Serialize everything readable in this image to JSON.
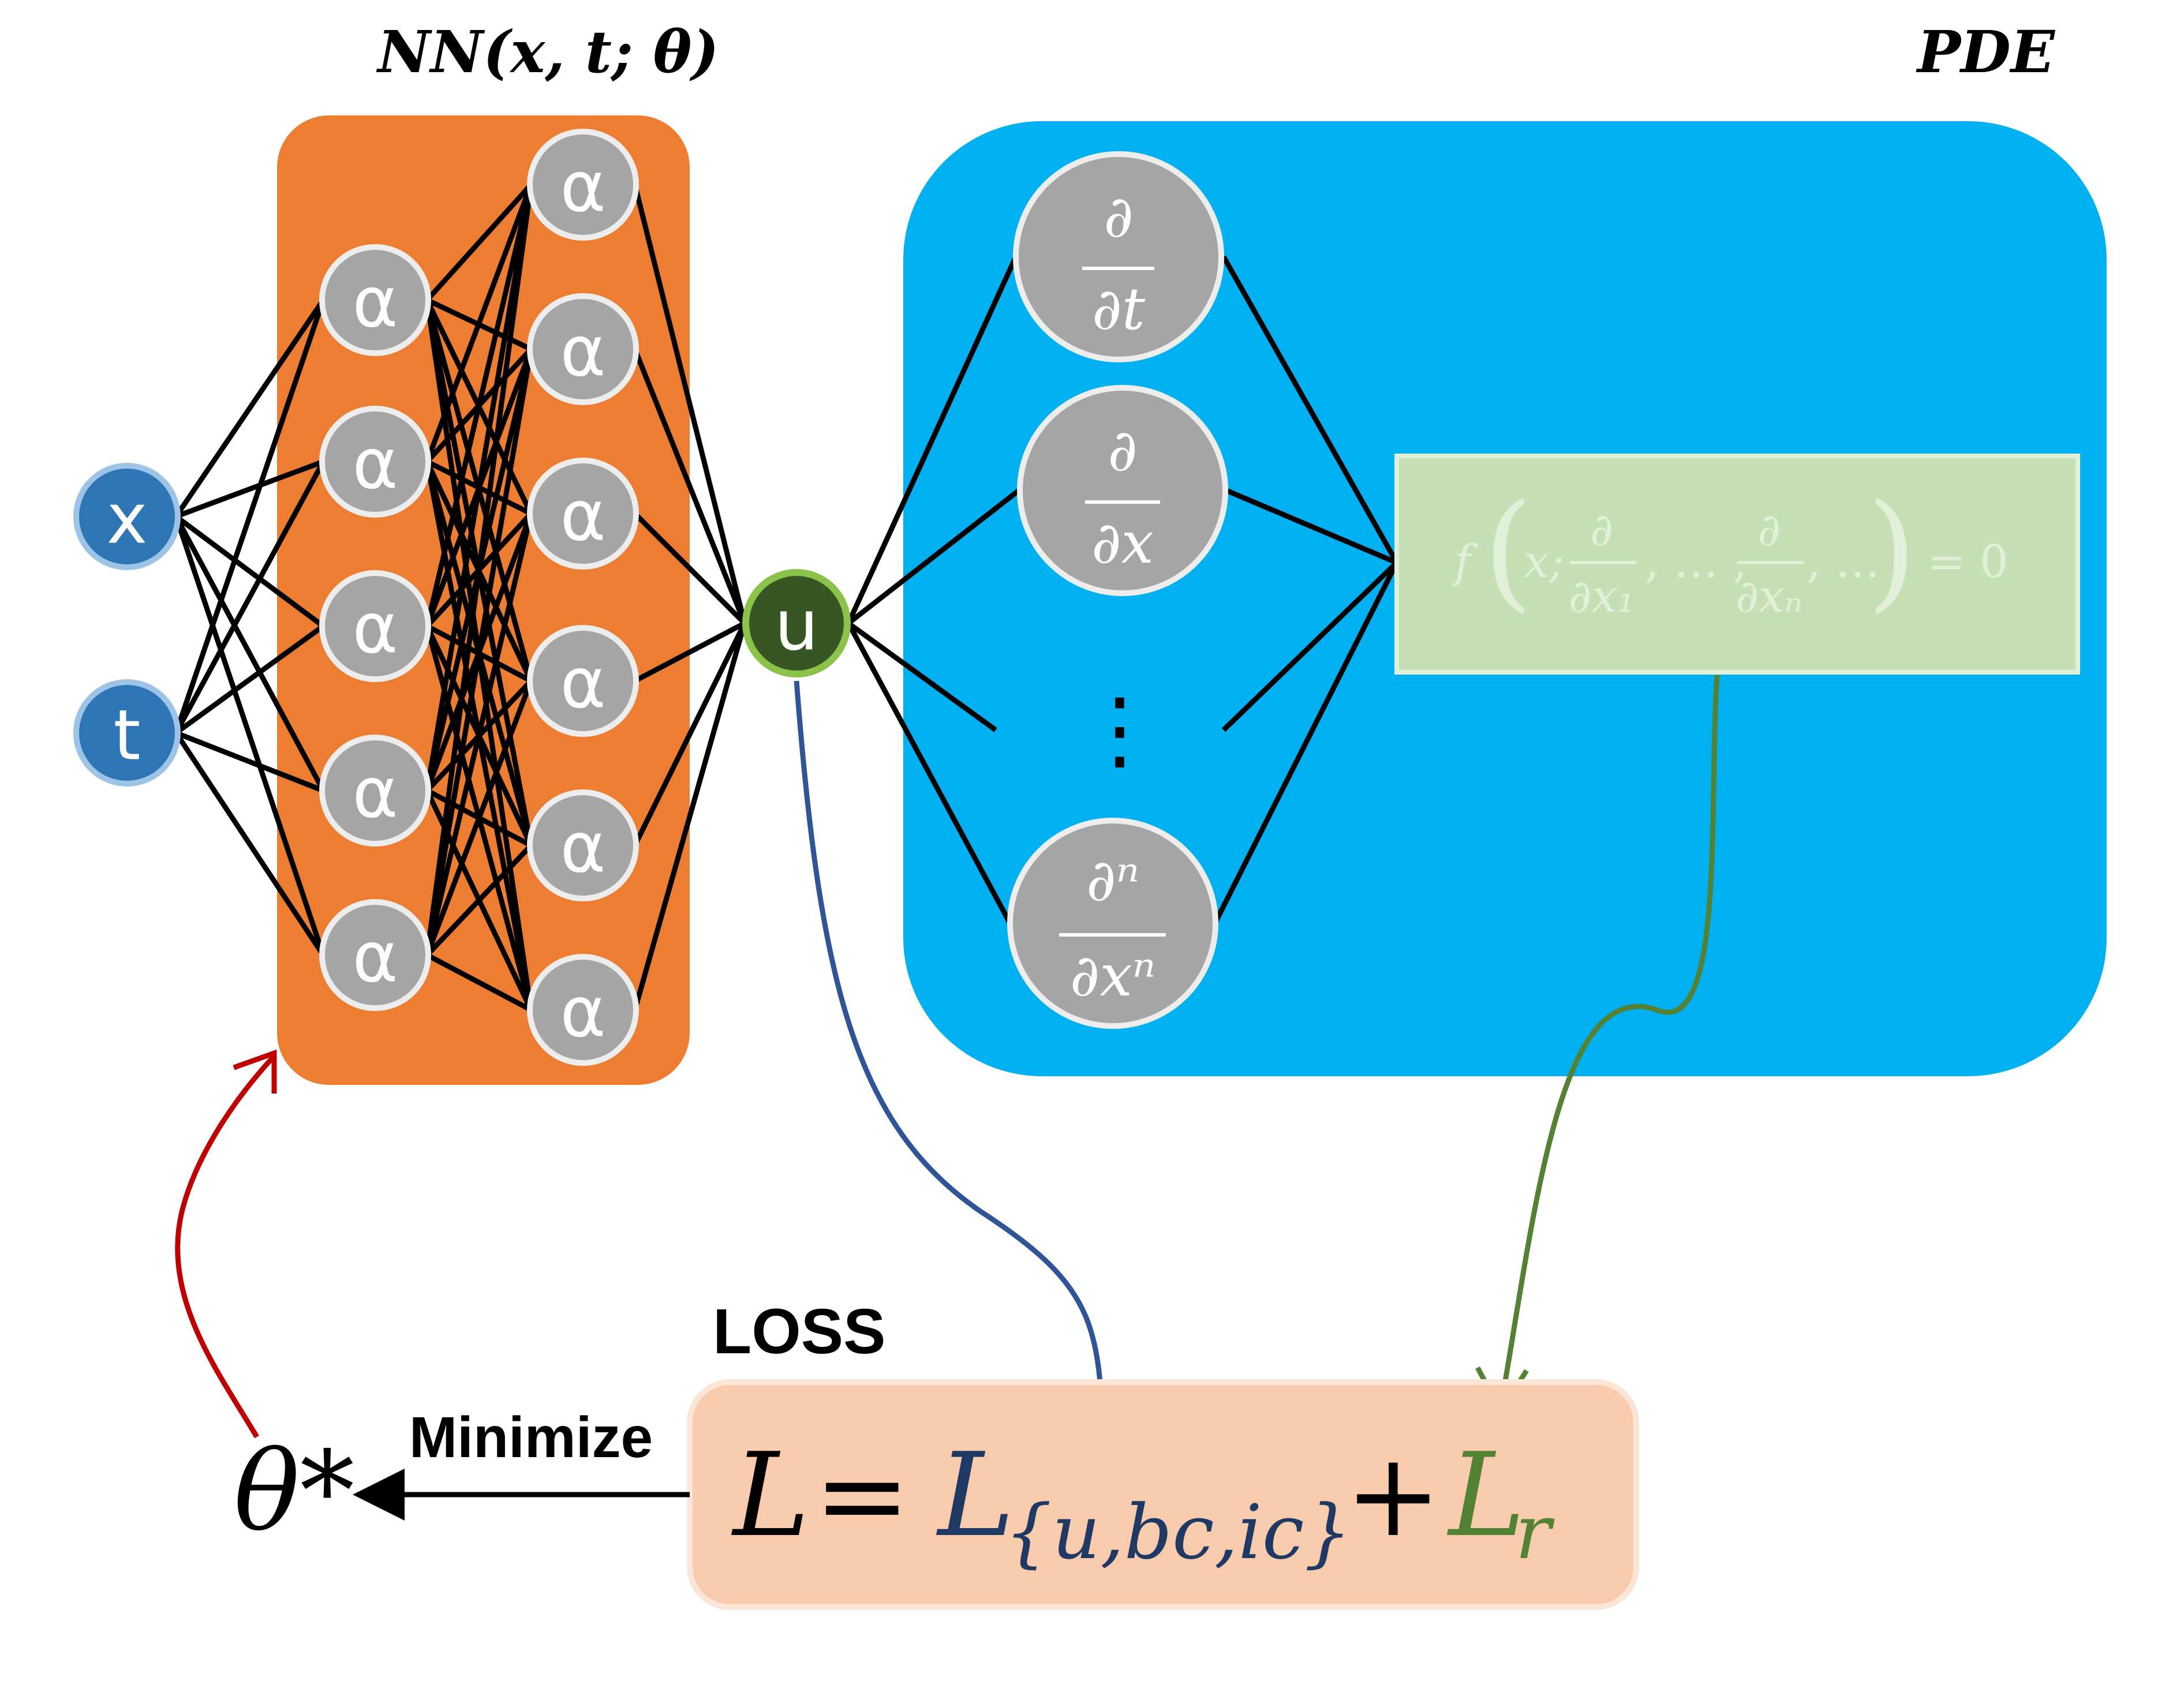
{
  "labels": {
    "nn_title": "NN(x, t; θ)",
    "pde_title": "PDE",
    "loss_title": "LOSS",
    "minimize": "Minimize",
    "theta_star": "θ*"
  },
  "inputs": [
    "x",
    "t"
  ],
  "activation_symbol": "α",
  "output_symbol": "u",
  "derivatives": {
    "dt": {
      "num": "∂",
      "den": "∂t"
    },
    "dx": {
      "num": "∂",
      "den": "∂x"
    },
    "ellipsis": "⋮",
    "dxn": {
      "num": "∂ⁿ",
      "den": "∂xⁿ"
    }
  },
  "residual": {
    "f": "f",
    "arg1": "x;",
    "d1_num": "∂",
    "d1_den": "∂x₁",
    "dots": ", … ,",
    "dn_num": "∂",
    "dn_den": "∂xₙ",
    "tail": ", …",
    "eq": "= 0"
  },
  "loss_formula": {
    "L": "L",
    "eq": "=",
    "Lu": "L",
    "Lu_sub": "{u,bc,ic}",
    "plus": "+",
    "Lr": "L",
    "Lr_sub": "r"
  },
  "colors": {
    "nn_box": "#ED7D31",
    "pde_box": "#00B0F0",
    "input_node": "#2E75B6",
    "hidden_node": "#A5A5A5",
    "output_node": "#375623",
    "output_ring": "#8BC34A",
    "residual_box": "#C5E0B4",
    "loss_box": "#F8CBAD",
    "blue_arrow": "#2F5597",
    "green_arrow": "#548235",
    "red_arrow": "#C00000",
    "blue_text": "#1F3864",
    "green_text": "#548235"
  }
}
